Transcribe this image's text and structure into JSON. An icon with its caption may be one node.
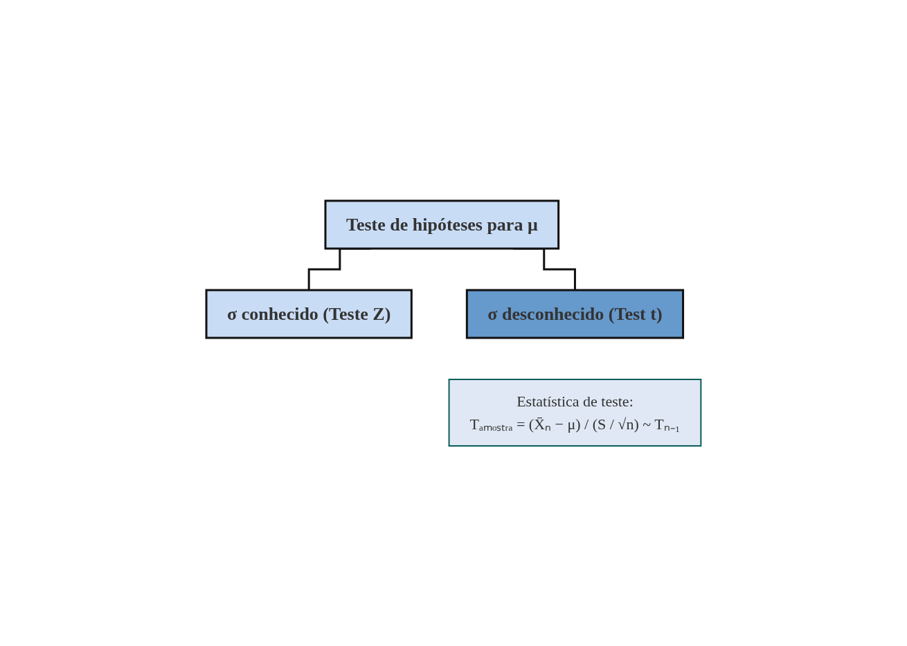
{
  "diagram": {
    "nodes": [
      {
        "text": [
          "Teste de hipóteses para μ"
        ]
      },
      {
        "text": [
          "σ conhecido (Teste Z)"
        ]
      },
      {
        "text": [
          "σ desconhecido (Test t)"
        ]
      },
      {
        "text": [
          "Estatística de teste:",
          "Tₐₘₒₛₜᵣₐ = (X̄ₙ − μ) / (S / √n) ~ Tₙ₋₁"
        ]
      }
    ],
    "edges": [
      {
        "from": 0,
        "to": 1,
        "arrow": "none"
      },
      {
        "from": 0,
        "to": 2,
        "arrow": "none"
      }
    ]
  }
}
